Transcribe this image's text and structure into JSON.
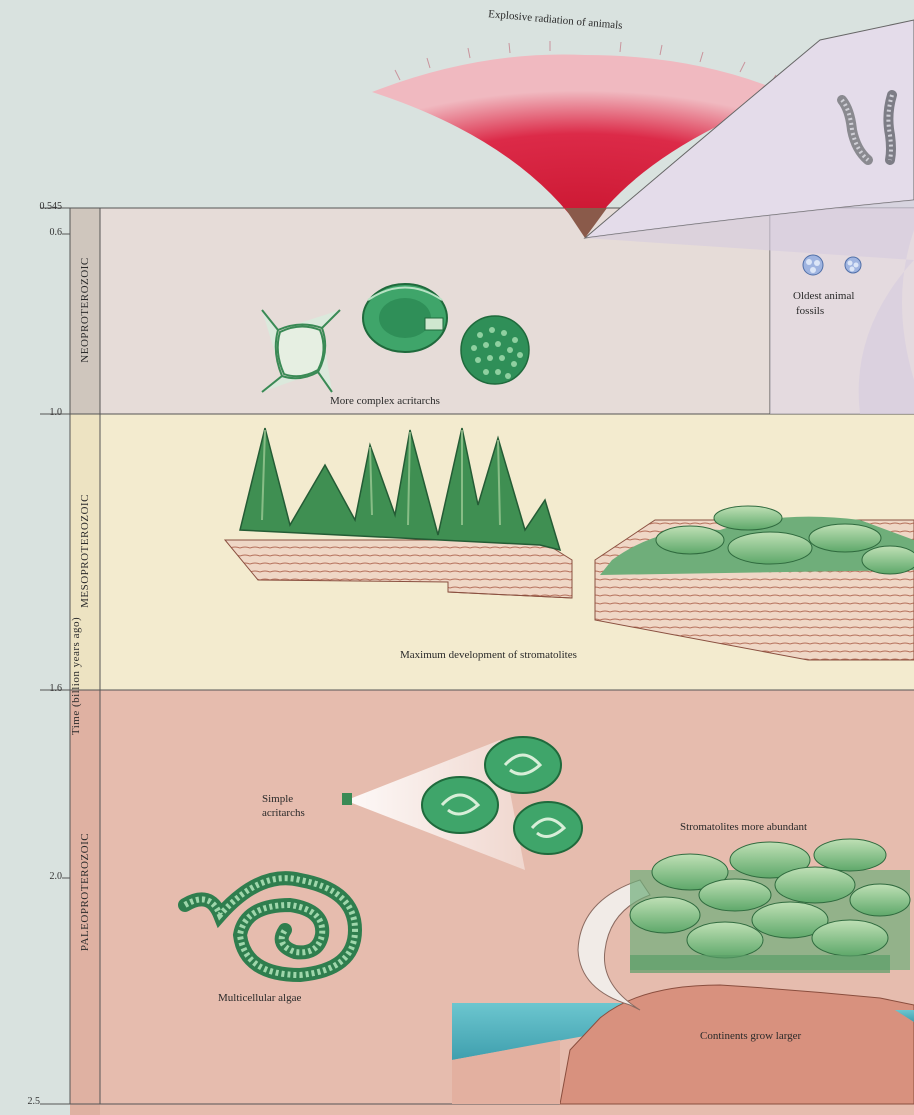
{
  "title": "Explosive radiation of animals",
  "axis": {
    "label": "Time (billion years ago)",
    "ticks": [
      "0.545",
      "0.6",
      "1.0",
      "1.6",
      "2.0",
      "2.5"
    ]
  },
  "eras": [
    {
      "name": "NEOPROTEROZOIC",
      "color": "#e6dcd8"
    },
    {
      "name": "MESOPROTEROZOIC",
      "color": "#f3ebcf"
    },
    {
      "name": "PALEOPROTEROZOIC",
      "color": "#e6bcae"
    }
  ],
  "labels": {
    "complex_acritarchs": "More complex acritarchs",
    "oldest_animal_fossils_1": "Oldest animal",
    "oldest_animal_fossils_2": "fossils",
    "max_stromatolites": "Maximum development of stromatolites",
    "simple_acritarchs_1": "Simple",
    "simple_acritarchs_2": "acritarchs",
    "stromatolites_abundant": "Stromatolites more abundant",
    "multicellular_algae": "Multicellular algae",
    "continents": "Continents grow larger"
  },
  "colors": {
    "radiation": "#d81f3f",
    "stromatolite_green": "#5ea86a",
    "ocean": "#5bb8c2",
    "continent": "#d8917e",
    "sediment": "#c98f78"
  }
}
